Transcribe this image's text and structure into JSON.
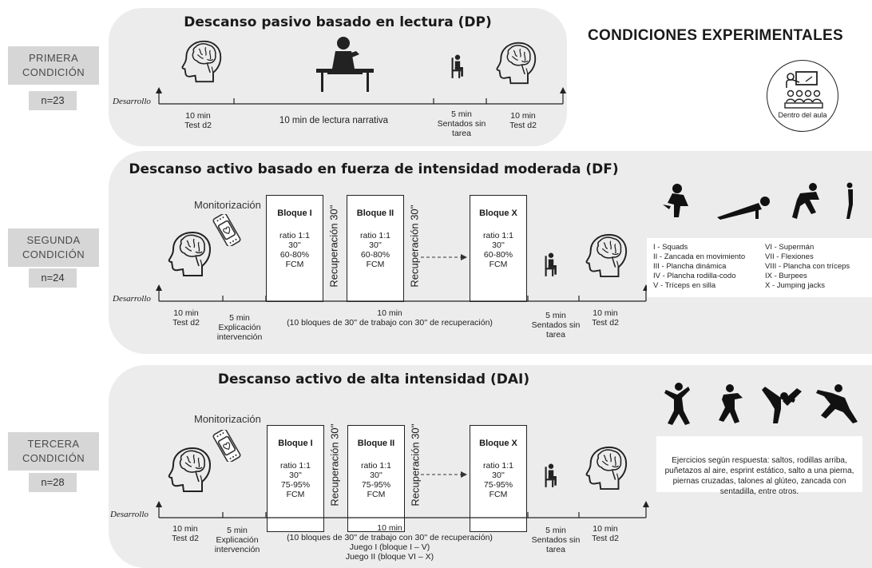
{
  "header": {
    "title": "CONDICIONES EXPERIMENTALES",
    "classroom_label": "Dentro del aula"
  },
  "common": {
    "desarrollo": "Desarrollo",
    "test_time": "10 min",
    "test_name": "Test d2",
    "rest_time": "5 min",
    "rest_line1": "Sentados sin",
    "rest_line2": "tarea",
    "monitor": "Monitorización",
    "recovery": "Recuperación 30''",
    "expl_time": "5 min",
    "expl_line1": "Explicación",
    "expl_line2": "intervención",
    "ratio": "ratio 1:1",
    "work": "30''",
    "fcm": "FCM"
  },
  "cond1": {
    "label_line1": "PRIMERA",
    "label_line2": "CONDICIÓN",
    "n": "n=23",
    "title": "Descanso pasivo basado en lectura (DP)",
    "reading": "10 min de lectura narrativa"
  },
  "cond2": {
    "label_line1": "SEGUNDA",
    "label_line2": "CONDICIÓN",
    "n": "n=24",
    "title": "Descanso activo basado en fuerza de intensidad moderada (DF)",
    "block1": "Bloque I",
    "block2": "Bloque II",
    "block3": "Bloque X",
    "intensity": "60-80%",
    "mid_time": "10 min",
    "mid_desc": "(10 bloques de 30'' de trabajo con 30'' de recuperación)",
    "legend_left": [
      "I - Squads",
      "II - Zancada  en movimiento",
      "III - Plancha dinámica",
      "IV - Plancha rodilla-codo",
      "V - Tríceps en silla"
    ],
    "legend_right": [
      "VI - Supermán",
      "VII - Flexiones",
      "VIII - Plancha con tríceps",
      "IX -  Burpees",
      "X - Jumping jacks"
    ]
  },
  "cond3": {
    "label_line1": "TERCERA",
    "label_line2": "CONDICIÓN",
    "n": "n=28",
    "title": "Descanso activo de alta intensidad (DAI)",
    "block1": "Bloque I",
    "block2": "Bloque II",
    "block3": "Bloque X",
    "intensity": "75-95%",
    "mid_time": "10 min",
    "mid_desc": "(10 bloques de 30'' de trabajo con 30'' de recuperación)",
    "game1": "Juego I (bloque I – V)",
    "game2": "Juego II (bloque VI – X)",
    "exercises": "Ejercicios según respuesta: saltos, rodillas arriba, puñetazos al aire, esprint estático, salto a una pierna, piernas cruzadas, talones al glúteo, zancada con sentadilla, entre otros."
  }
}
